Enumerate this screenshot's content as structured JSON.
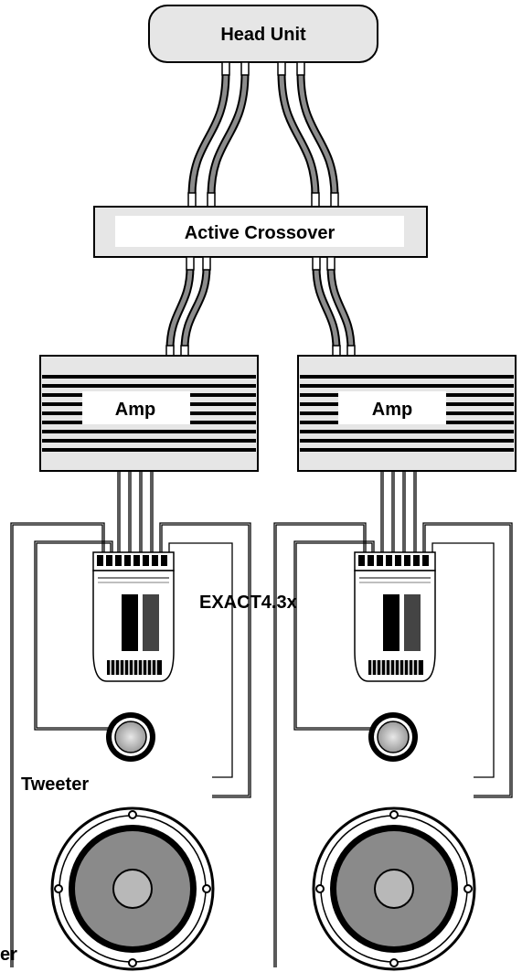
{
  "diagram": {
    "head_unit": "Head Unit",
    "crossover": "Active Crossover",
    "amp_left": "Amp",
    "amp_right": "Amp",
    "module": "EXACT4.3x",
    "tweeter": "Tweeter",
    "woofer_partial": "er"
  }
}
